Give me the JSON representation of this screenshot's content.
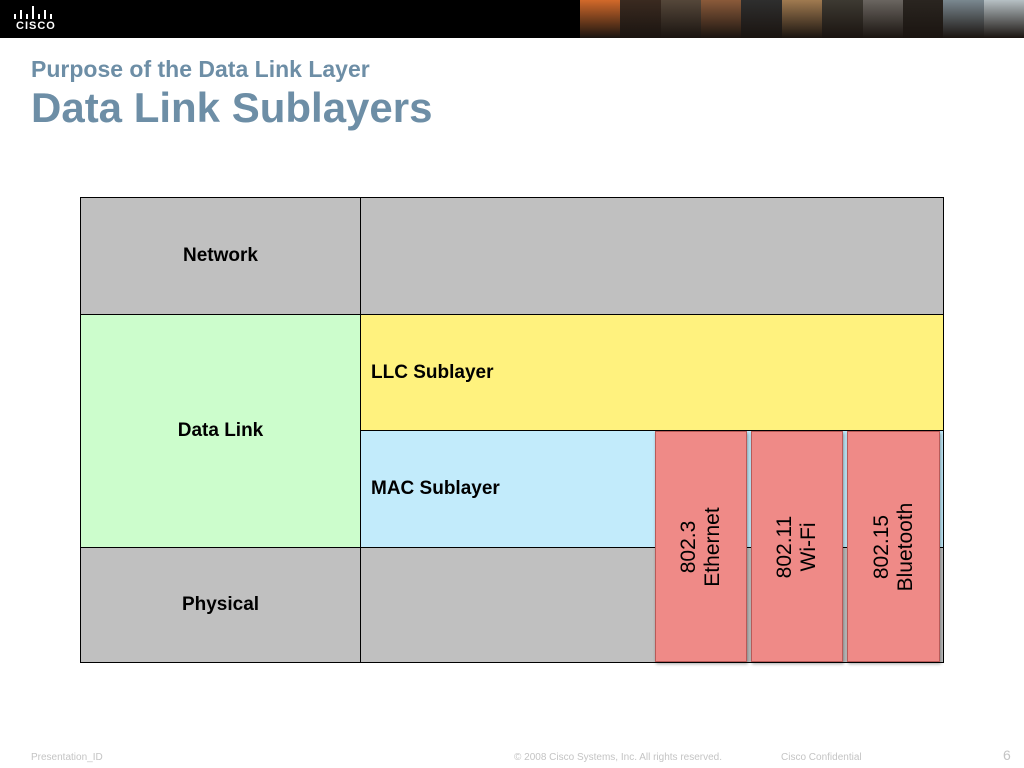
{
  "header": {
    "logo_text": "CISCO",
    "logo_icon": "cisco-bridge-icon",
    "photo_strip_colors": [
      "#d2692a",
      "#3a2a20",
      "#55473a",
      "#8a5a3a",
      "#2e2e2e",
      "#a07a50",
      "#3d3a32",
      "#6a6560",
      "#2a2520",
      "#7a8890",
      "#b6c0c4"
    ]
  },
  "slide": {
    "subtitle": "Purpose of the Data Link Layer",
    "title": "Data Link Sublayers"
  },
  "diagram": {
    "layers": {
      "network": "Network",
      "data_link": "Data Link",
      "physical": "Physical"
    },
    "sublayers": {
      "llc": "LLC Sublayer",
      "mac": "MAC Sublayer"
    },
    "standards": [
      {
        "number": "802.3",
        "name": "Ethernet"
      },
      {
        "number": "802.11",
        "name": "Wi-Fi"
      },
      {
        "number": "802.15",
        "name": "Bluetooth"
      }
    ],
    "colors": {
      "gray": "#c0c0c0",
      "green": "#ccfdcc",
      "yellow": "#fff27e",
      "blue": "#c2ebfb",
      "standard": "#ef8a87",
      "title": "#6d8ea6"
    }
  },
  "footer": {
    "presentation_id": "Presentation_ID",
    "copyright": "© 2008 Cisco Systems, Inc. All rights reserved.",
    "confidential": "Cisco Confidential",
    "page_number": "6"
  }
}
